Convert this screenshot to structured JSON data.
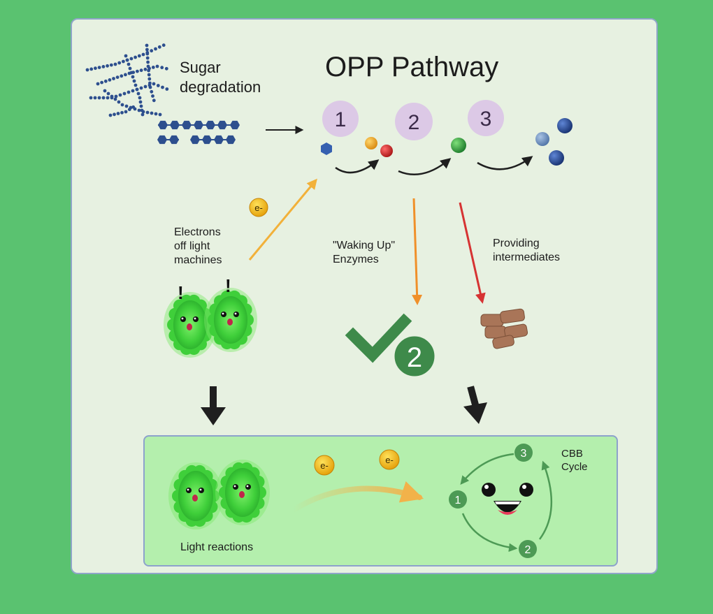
{
  "title": "OPP Pathway",
  "sugar_label": [
    "Sugar",
    "degradation"
  ],
  "steps": [
    "1",
    "2",
    "3"
  ],
  "electrons_label": [
    "Electrons",
    "off light",
    "machines"
  ],
  "electron_badge": "e-",
  "waking_label": [
    "\"Waking Up\"",
    "Enzymes"
  ],
  "providing_label": [
    "Providing",
    "intermediates"
  ],
  "check_number": "2",
  "light_reactions_label": "Light reactions",
  "cbb_label": [
    "CBB",
    "Cycle"
  ],
  "cbb_steps": [
    "1",
    "2",
    "3"
  ],
  "exclamation": "!",
  "colors": {
    "background": "#5ac270",
    "panel": "#e7f1e1",
    "bottom_box": "#b4efad",
    "step_circle": "#dcc9e6",
    "sugar_blue": "#2d4f8e",
    "electron_yellow": "#f4bd1a",
    "orange_arrow": "#f0902a",
    "red_arrow": "#d63333",
    "check_green": "#3e8a4a",
    "cycle_green": "#4d9a55"
  }
}
